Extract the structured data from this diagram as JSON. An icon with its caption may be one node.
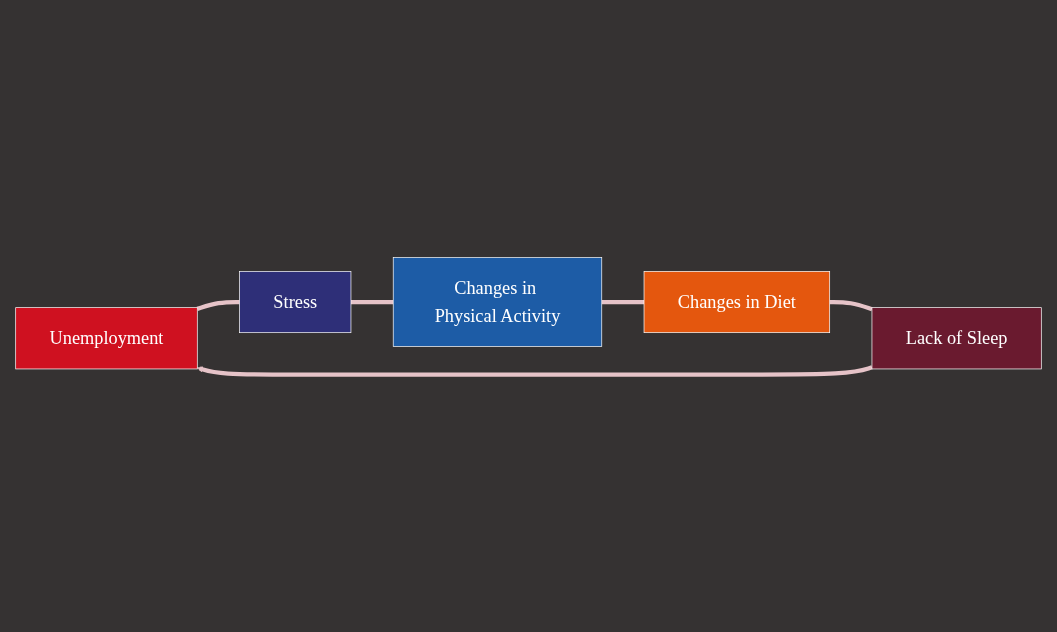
{
  "diagram": {
    "nodes": [
      {
        "text": [
          "Unemployment"
        ]
      },
      {
        "text": [
          "Stress"
        ]
      },
      {
        "text": [
          "Changes in Physical Activity"
        ]
      },
      {
        "text": [
          "Changes in Diet"
        ]
      },
      {
        "text": [
          "Lack of Sleep"
        ]
      }
    ],
    "edges": [
      {
        "from": 0,
        "to": 1,
        "arrow": "none"
      },
      {
        "from": 1,
        "to": 2,
        "arrow": "none"
      },
      {
        "from": 2,
        "to": 3,
        "arrow": "none"
      },
      {
        "from": 3,
        "to": 4,
        "arrow": "none"
      },
      {
        "from": 4,
        "to": 0,
        "arrow": "to"
      }
    ]
  }
}
